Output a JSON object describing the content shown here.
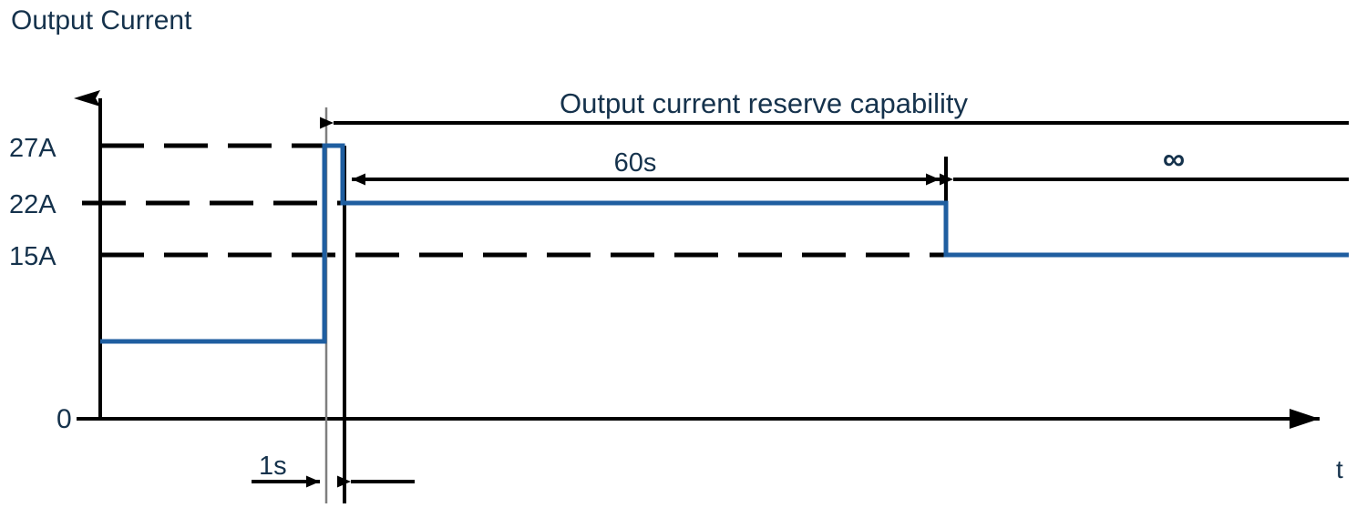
{
  "figure": {
    "title": "Output Current",
    "reserve_label": "Output current reserve capability",
    "duration_60s": "60s",
    "duration_infinite": "∞",
    "duration_1s": "1s",
    "origin_label": "0",
    "time_axis_label": "t",
    "y_axis_labels": [
      "27A",
      "22A",
      "15A"
    ]
  },
  "colors": {
    "trace": "#1f5ea0",
    "text": "#15324c",
    "line": "#000000",
    "guide": "#808080",
    "background": "#ffffff"
  },
  "chart_data": {
    "type": "line",
    "title": "Output Current",
    "xlabel": "t",
    "ylabel": "Output Current",
    "grid": false,
    "legend": null,
    "y_tick_labels": [
      "27A",
      "22A",
      "15A"
    ],
    "y_tick_values": [
      27,
      22,
      15
    ],
    "x_tick_labels": [],
    "annotations": [
      {
        "text": "Output current reserve capability",
        "from_time": "pulse-start",
        "to_time": "end",
        "direction": "left-arrow"
      },
      {
        "text": "60s",
        "from_time": "pulse-start",
        "to_time": "60s",
        "direction": "double-arrow"
      },
      {
        "text": "∞",
        "from_time": "60s",
        "to_time": "end",
        "direction": "left-arrow"
      },
      {
        "text": "1s",
        "from_time": "0s",
        "to_time": "1s",
        "direction": "double-arrow"
      }
    ],
    "series": [
      {
        "name": "Output current",
        "points": [
          {
            "t": "idle",
            "a": 9
          },
          {
            "t": "pulse-start",
            "a": 27
          },
          {
            "t": "1s",
            "a": 27
          },
          {
            "t": "1s",
            "a": 22
          },
          {
            "t": "60s",
            "a": 22
          },
          {
            "t": "60s",
            "a": 15
          },
          {
            "t": "end",
            "a": 15
          }
        ]
      }
    ],
    "description": "Idle baseline current steps up to a 27A peak held for 1s, drops to a 22A reserve held for 60s, then settles to a 15A continuous rating held indefinitely."
  }
}
